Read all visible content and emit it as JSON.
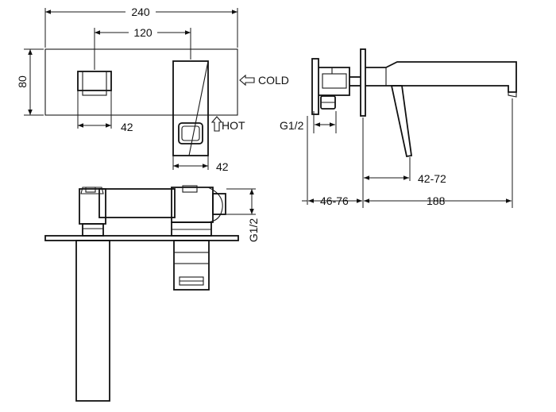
{
  "dimensions": {
    "plate_width": "240",
    "spout_to_handle": "120",
    "plate_height": "80",
    "outlet_width": "42",
    "handle_width": "42",
    "cold_label": "COLD",
    "hot_label": "HOT",
    "side_thread": "G1/2",
    "handle_projection": "42-72",
    "wall_depth": "46-76",
    "spout_reach": "188",
    "bottom_thread": "G1/2"
  }
}
